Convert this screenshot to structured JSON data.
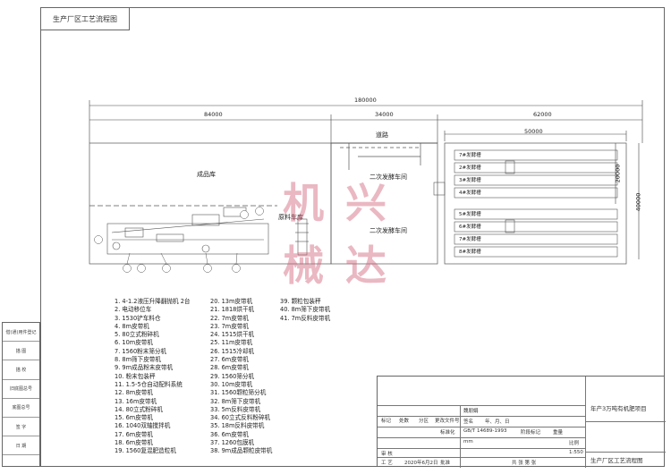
{
  "drawing": {
    "title_tab": "生产厂区工艺流程图",
    "total_dim": "180000",
    "dim_left": "84000",
    "dim_mid": "34000",
    "dim_right": "62000",
    "dim_inner": "50000",
    "dim_v1": "20000",
    "dim_v2": "40000",
    "warehouse_label": "成品库",
    "road_label": "道路",
    "raw_shed": "原料车库",
    "second_workshop": "二次发酵车间",
    "second_workshop_b": "二次发酵车间",
    "tanks": [
      "7#发酵槽",
      "2#发酵槽",
      "3#发酵槽",
      "4#发酵槽",
      "5#发酵槽",
      "6#发酵槽",
      "7#发酵槽",
      "8#发酵槽"
    ]
  },
  "legend": {
    "col1": [
      "1. 4-1.2液压升降翻抛机 2台",
      "2. 电动移位车",
      "3. 1530铲车料仓",
      "4. 8m皮带机",
      "5. 80立式粉碎机",
      "6. 10m皮带机",
      "7. 1560粉末筛分机",
      "8. 8m筛下皮带机",
      "9. 9m成品粉末皮带机",
      "10. 粉末包装秤",
      "11. 1.5-5仓自动配料系统",
      "12. 8m皮带机",
      "13. 16m皮带机",
      "14. 80立式粉碎机",
      "15. 6m皮带机",
      "16. 1040双轴搅拌机",
      "17. 6m皮带机",
      "18. 6m皮带机",
      "19. 1560复混肥造粒机"
    ],
    "col2": [
      "20. 13m皮带机",
      "21. 1818烘干机",
      "22. 7m皮带机",
      "23. 7m皮带机",
      "24. 1515烘干机",
      "25. 11m皮带机",
      "26. 1515冷却机",
      "27. 6m皮带机",
      "28. 6m皮带机",
      "29. 1560筛分机",
      "30. 10m皮带机",
      "31. 1560颗粒筛分机",
      "32. 8m筛下皮带机",
      "33. 5m反料皮带机",
      "34. 60立式反料粉碎机",
      "35. 18m反料皮带机",
      "36. 6m皮带机",
      "37. 1260包膜机",
      "38. 9m成品颗粒皮带机"
    ],
    "col3": [
      "39. 颗粒包装秤",
      "40. 8m筛下皮带机",
      "41. 7m反料皮带机"
    ]
  },
  "left_strip": [
    "借(通)用件登记",
    "描 图",
    "描 校",
    "旧底图总号",
    "底图总号",
    "签 字",
    "日 期"
  ],
  "title_block": {
    "project": "年产3万吨有机肥项目",
    "drawing_name": "生产厂区工艺流程图",
    "mark": "标记",
    "count": "处数",
    "zone": "分区",
    "change_doc": "更改文件号",
    "sign": "签名",
    "date": "年、月、日",
    "designer_name": "魏朋娟",
    "standard": "GB/T 14689-1993",
    "unit": "mm",
    "standardization": "标准化",
    "stage_mark": "阶段标记",
    "weight": "重量",
    "scale": "比例",
    "scale_value": "1:550",
    "review": "审 核",
    "process": "工 艺",
    "approve": "批准",
    "date_val": "2020年6月2日",
    "sheets": "共 张 第 张"
  },
  "stamp": [
    "机",
    "兴",
    "械",
    "达"
  ]
}
